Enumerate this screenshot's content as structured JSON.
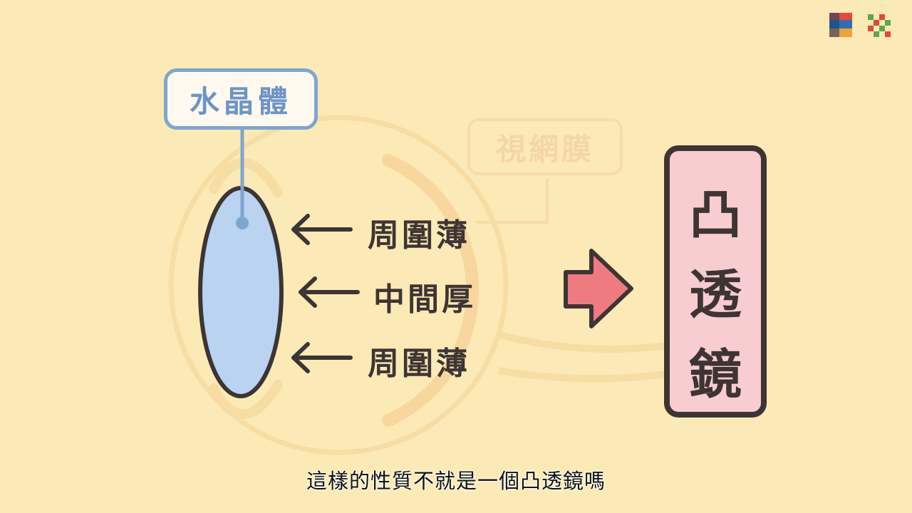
{
  "labels": {
    "lens": "水晶體",
    "retina": "視網膜",
    "edge_top": "周圍薄",
    "middle": "中間厚",
    "edge_bottom": "周圍薄"
  },
  "result": {
    "chars": [
      "凸",
      "透",
      "鏡"
    ]
  },
  "subtitle": "這樣的性質不就是一個凸透鏡嗎",
  "colors": {
    "background": "#fbeab6",
    "lens_fill": "#b9d3f0",
    "lens_label": "#6c95c4",
    "result_fill": "#f8cdd0",
    "arrow_fill": "#ef7b82",
    "ink": "#3d3533"
  },
  "icons": [
    "stacked-layers-logo-icon",
    "green-red-mosaic-logo-icon"
  ]
}
